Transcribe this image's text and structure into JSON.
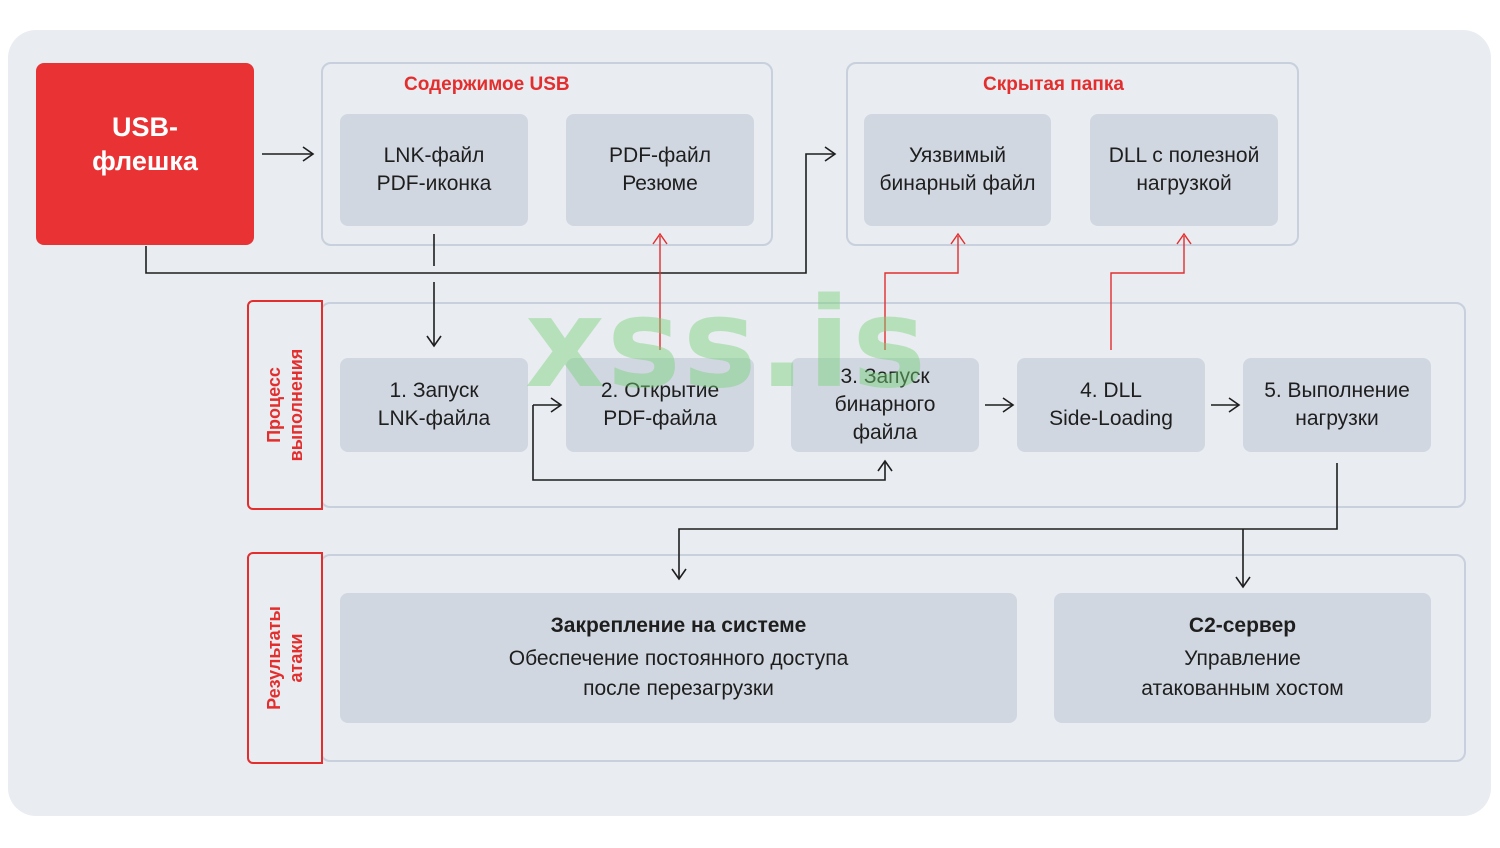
{
  "usb_drive": {
    "line1": "USB-",
    "line2": "флешка"
  },
  "usb_contents": {
    "title": "Содержимое USB",
    "boxes": [
      {
        "line1": "LNK-файл",
        "line2": "PDF-иконка"
      },
      {
        "line1": "PDF-файл",
        "line2": "Резюме"
      }
    ]
  },
  "hidden_folder": {
    "title": "Скрытая папка",
    "boxes": [
      {
        "line1": "Уязвимый",
        "line2": "бинарный файл"
      },
      {
        "line1": "DLL с полезной",
        "line2": "нагрузкой"
      }
    ]
  },
  "execution": {
    "label_line1": "Процесс",
    "label_line2": "выполнения",
    "steps": [
      {
        "lines": [
          "1. Запуск",
          "LNK-файла"
        ]
      },
      {
        "lines": [
          "2. Открытие",
          "PDF-файла"
        ]
      },
      {
        "lines": [
          "3. Запуск",
          "бинарного",
          "файла"
        ]
      },
      {
        "lines": [
          "4. DLL",
          "Side-Loading"
        ]
      },
      {
        "lines": [
          "5. Выполнение",
          "нагрузки"
        ]
      }
    ]
  },
  "results": {
    "label_line1": "Результаты",
    "label_line2": "атаки",
    "boxes": [
      {
        "title": "Закрепление на системе",
        "line1": "Обеспечение постоянного доступа",
        "line2": "после перезагрузки"
      },
      {
        "title": "C2-сервер",
        "line1": "Управление",
        "line2": "атакованным хостом"
      }
    ]
  },
  "watermark": "xss.is",
  "colors": {
    "accent": "#e93233",
    "box": "#d0d7e0",
    "background": "#e9ecf1",
    "panel_border": "#c7d0dc"
  }
}
